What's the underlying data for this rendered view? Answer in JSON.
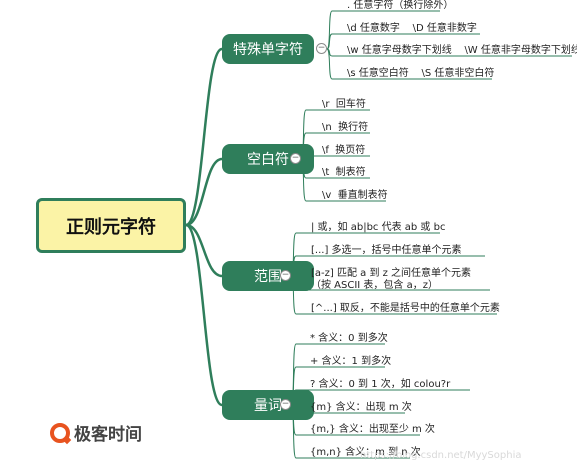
{
  "root": {
    "label": "正则元字符"
  },
  "branches": [
    {
      "label": "特殊单字符",
      "items": [
        ". 任意字符（换行除外）",
        "\\d 任意数字    \\D 任意非数字",
        "\\w 任意字母数字下划线    \\W 任意非字母数字下划线",
        "\\s 任意空白符    \\S 任意非空白符"
      ]
    },
    {
      "label": "空白符",
      "items": [
        "\\r  回车符",
        "\\n  换行符",
        "\\f  换页符",
        "\\t  制表符",
        "\\v  垂直制表符"
      ]
    },
    {
      "label": "范围",
      "items": [
        "| 或，如 ab|bc 代表 ab 或 bc",
        "[...] 多选一，括号中任意单个元素",
        "[a-z] 匹配 a 到 z 之间任意单个元素\n（按 ASCII 表，包含 a，z）",
        "[^...] 取反，不能是括号中的任意单个元素"
      ]
    },
    {
      "label": "量词",
      "items": [
        "* 含义：0 到多次",
        "+ 含义：1 到多次",
        "? 含义：0 到 1 次，如 colou?r",
        "{m} 含义：出现 m 次",
        "{m,} 含义：出现至少 m 次",
        "{m,n} 含义：m 到 n 次"
      ]
    }
  ],
  "collapse_symbol": "−",
  "logo": {
    "text": "极客时间"
  },
  "watermark": "https://blog.csdn.net/MyySophia",
  "colors": {
    "branch": "#2f7e5b",
    "root_fill": "#fbf3a6",
    "line": "#2f7e5b"
  }
}
